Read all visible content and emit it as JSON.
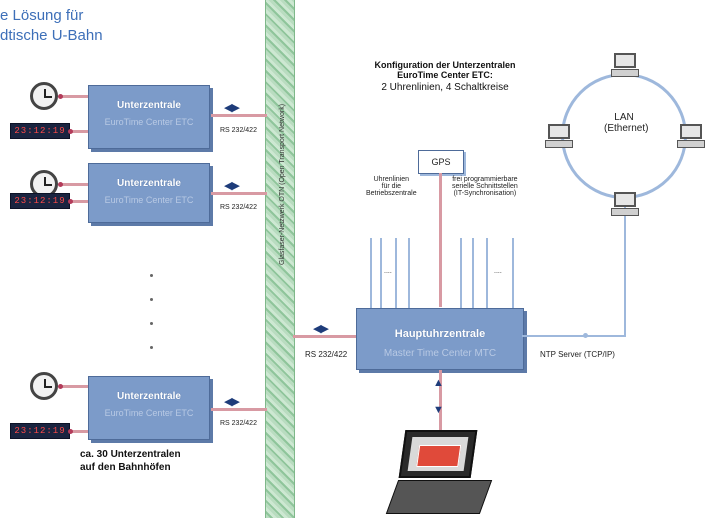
{
  "title": {
    "line1": "e Lösung für",
    "line2": "dtische U-Bahn"
  },
  "backbone_label": "Glasfaser-Netzwerk OTN (Open Transport Network)",
  "substations": [
    {
      "name": "Unterzentrale",
      "subtitle": "EuroTime Center ETC",
      "interface": "RS 232/422",
      "display": "23:12:19"
    },
    {
      "name": "Unterzentrale",
      "subtitle": "EuroTime Center ETC",
      "interface": "RS 232/422",
      "display": "23:12:19"
    },
    {
      "name": "Unterzentrale",
      "subtitle": "EuroTime Center ETC",
      "interface": "RS 232/422",
      "display": "23:12:19"
    }
  ],
  "configuration": {
    "line1": "Konfiguration der Unterzentralen",
    "line2": "EuroTime Center ETC:",
    "line3": "2 Uhrenlinien, 4 Schaltkreise"
  },
  "gps_label": "GPS",
  "lan": {
    "line1": "LAN",
    "line2": "(Ethernet)"
  },
  "clock_lines_label": {
    "line1": "Uhrenlinien",
    "line2": "für die",
    "line3": "Betriebszentrale"
  },
  "serial_label": {
    "line1": "frei programmierbare",
    "line2": "serielle Schnittstellen",
    "line3": "(IT-Synchronisation)"
  },
  "dashes": "....",
  "master": {
    "name": "Hauptuhrzentrale",
    "subtitle": "Master Time Center MTC"
  },
  "master_interface": "RS 232/422",
  "ntp_label": "NTP Server (TCP/IP)",
  "bottom_note": {
    "line1": "ca. 30 Unterzentralen",
    "line2": "auf den Bahnhöfen"
  },
  "colors": {
    "box": "#7c9bc9",
    "backbone": "#8fc59b",
    "link": "#d89aa3",
    "title": "#3d6fb8"
  }
}
